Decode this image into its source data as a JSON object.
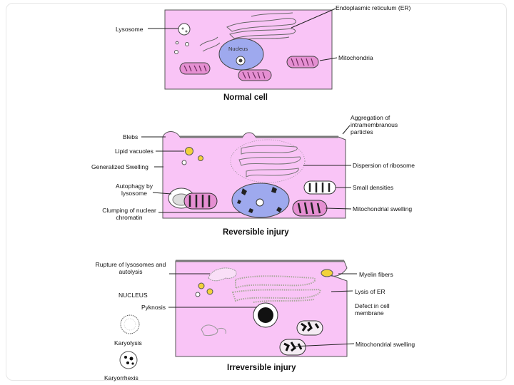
{
  "panels": {
    "normal": {
      "title": "Normal cell",
      "labels": {
        "er": "Endoplasmic reticulum (ER)",
        "lysosome": "Lysosome",
        "nucleus": "Nucleus",
        "mitochondria": "Mitochondria"
      }
    },
    "reversible": {
      "title": "Reversible injury",
      "labels": {
        "aggregation": "Aggregation of intramembranous particles",
        "blebs": "Blebs",
        "lipid": "Lipid vacuoles",
        "swelling": "Generalized Swelling",
        "autophagy": "Autophagy by lysosome",
        "clumping": "Clumping of nuclear chromatin",
        "ribosome": "Dispersion of ribosome",
        "small": "Small densities",
        "mito_swelling": "Mitochondrial swelling"
      }
    },
    "irreversible": {
      "title": "Irreversible injury",
      "labels": {
        "rupture": "Rupture of lysosomes and autolysis",
        "nucleus_hdr": "NUCLEUS",
        "pyknosis": "Pyknosis",
        "karyolysis": "Karyolysis",
        "karyorrhexis": "Karyorrhexis",
        "myelin": "Myelin fibers",
        "lysis_er": "Lysis of ER",
        "defect": "Defect in cell membrane",
        "mito_swelling": "Mitochondrial swelling"
      }
    }
  },
  "colors": {
    "cell_fill": "#f9c4f6",
    "nucleus_fill": "#9ea9ee",
    "lipid_yellow": "#f2d23a",
    "mito_fill": "#e58fd2"
  }
}
